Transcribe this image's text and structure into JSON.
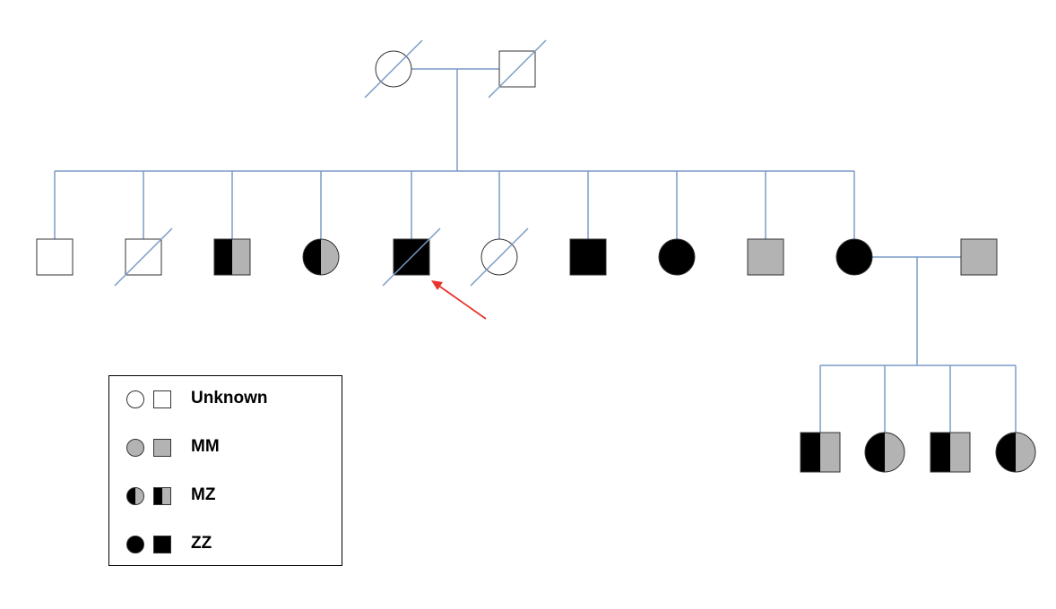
{
  "colors": {
    "line": "#7a9cc6",
    "stroke": "#333333",
    "unknown": "#ffffff",
    "mm": "#b3b3b3",
    "zz": "#000000",
    "arrow": "#e8342e"
  },
  "legend": {
    "items": [
      {
        "genotype": "unknown",
        "label": "Unknown"
      },
      {
        "genotype": "mm",
        "label": "MM"
      },
      {
        "genotype": "mz",
        "label": "MZ"
      },
      {
        "genotype": "zz",
        "label": "ZZ"
      }
    ]
  },
  "pedigree": {
    "generation1": [
      {
        "sex": "female",
        "genotype": "unknown",
        "deceased": true
      },
      {
        "sex": "male",
        "genotype": "unknown",
        "deceased": true
      }
    ],
    "generation2": [
      {
        "sex": "male",
        "genotype": "unknown",
        "deceased": false
      },
      {
        "sex": "male",
        "genotype": "unknown",
        "deceased": true
      },
      {
        "sex": "male",
        "genotype": "mz",
        "deceased": false
      },
      {
        "sex": "female",
        "genotype": "mz",
        "deceased": false
      },
      {
        "sex": "male",
        "genotype": "zz",
        "deceased": true,
        "proband": true
      },
      {
        "sex": "female",
        "genotype": "unknown",
        "deceased": true
      },
      {
        "sex": "male",
        "genotype": "zz",
        "deceased": false
      },
      {
        "sex": "female",
        "genotype": "zz",
        "deceased": false
      },
      {
        "sex": "male",
        "genotype": "mm",
        "deceased": false
      },
      {
        "sex": "female",
        "genotype": "zz",
        "deceased": false
      }
    ],
    "spouse": {
      "sex": "male",
      "genotype": "mm",
      "deceased": false
    },
    "generation3": [
      {
        "sex": "male",
        "genotype": "mz",
        "deceased": false
      },
      {
        "sex": "female",
        "genotype": "mz",
        "deceased": false
      },
      {
        "sex": "male",
        "genotype": "mz",
        "deceased": false
      },
      {
        "sex": "female",
        "genotype": "mz",
        "deceased": false
      }
    ]
  }
}
